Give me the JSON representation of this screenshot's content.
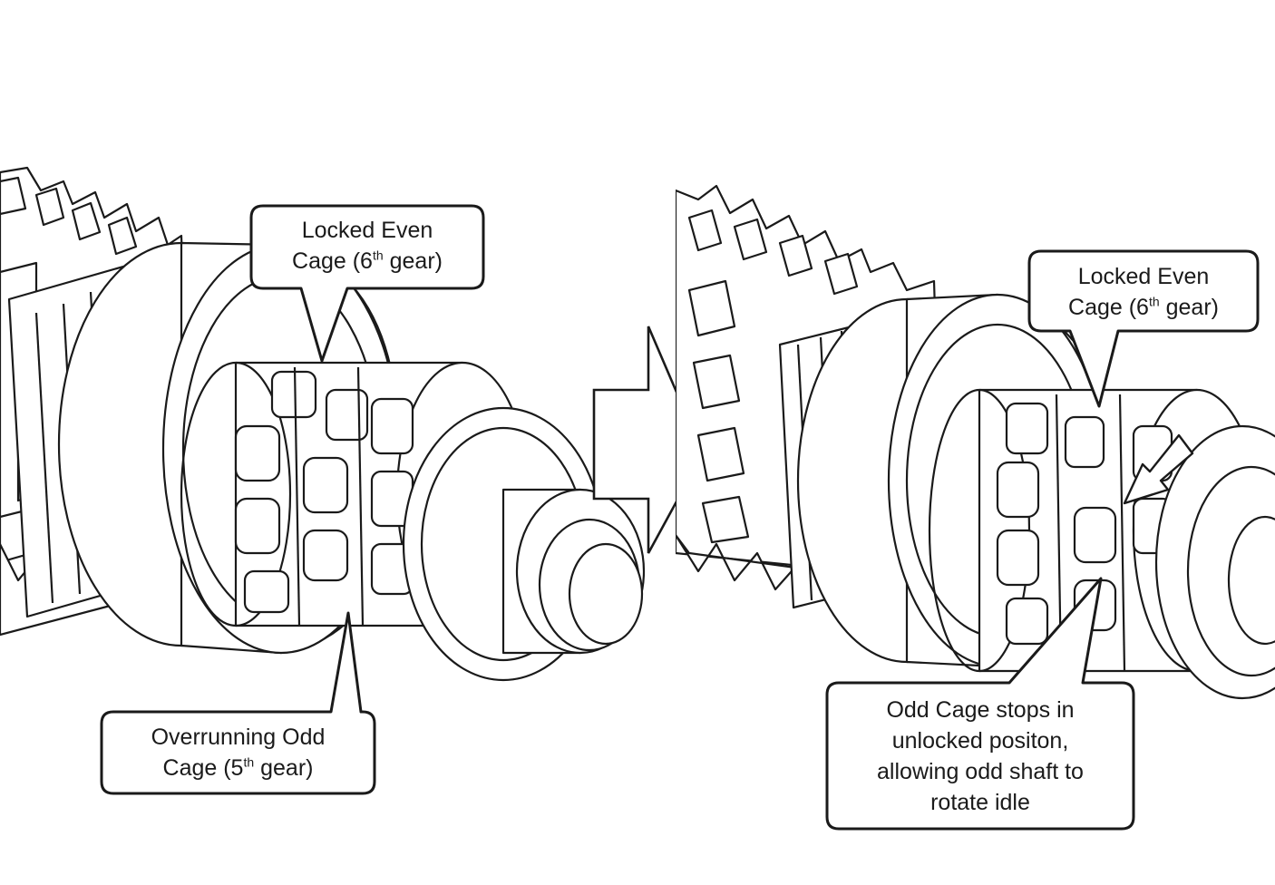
{
  "figure": {
    "left_panel": {
      "label_top": {
        "line1": "Locked Even",
        "line2_pre": "Cage (6",
        "line2_sup": "th",
        "line2_post": " gear)"
      },
      "label_bottom": {
        "line1": "Overrunning Odd",
        "line2_pre": "Cage (5",
        "line2_sup": "th",
        "line2_post": " gear)"
      }
    },
    "right_panel": {
      "label_top": {
        "line1": "Locked Even",
        "line2_pre": "Cage (6",
        "line2_sup": "th",
        "line2_post": " gear)"
      },
      "label_bottom": {
        "line1": "Odd Cage stops in",
        "line2": "unlocked positon,",
        "line3": "allowing odd shaft to",
        "line4": "rotate idle"
      }
    },
    "transition_arrow": "right-arrow-icon",
    "rotation_arrow": "down-left-arrow-icon",
    "colors": {
      "line": "#1a1a1a",
      "paper": "#ffffff"
    }
  }
}
